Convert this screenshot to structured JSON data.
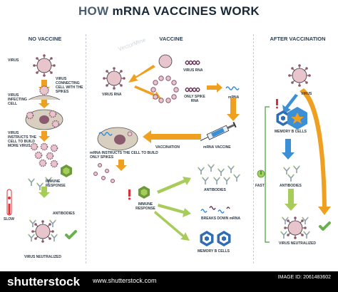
{
  "title": {
    "part1": "HOW ",
    "part2": "mRNA VACCINES WORK"
  },
  "sections": {
    "no_vaccine": "NO VACCINE",
    "vaccine": "VACCINE",
    "after": "AFTER VACCINATION"
  },
  "no_vaccine": {
    "virus": "VIRUS",
    "virus_connecting": "VIRUS CONNECTING CELL WITH THE SPIKES",
    "virus_infecting": "VIRUS INFECTING CELL",
    "virus_instructs": "VIRUS INSTRUCTS THE CELL TO BUILD MORE VIRUS",
    "immune_response": "IMMUNE RESPONSE",
    "slow": "SLOW",
    "antibodies": "ANTIBODIES",
    "virus_neutralized": "VIRUS NEUTRALIZED"
  },
  "vaccine": {
    "virus_rna_top": "VIRUS RNA",
    "virus_rna_left": "VIRUS RNA",
    "only_spike_rna": "ONLY SPIKE RNA",
    "mrna": "mRNA",
    "vaccination": "VACCINATION",
    "mrna_vaccine": "mRNA VACCINE",
    "mrna_instructs": "mRNA INSTRUCTS THE CELL TO BUILD ONLY SPIKES",
    "antibodies": "ANTIBODIES",
    "immune_response": "IMMUNE RESPONSE",
    "breaks_down": "BREAKS DOWN mRNA",
    "memory_b": "MEMORY B CELLS"
  },
  "after": {
    "virus": "VIRUS",
    "memory_b": "MEMORY B CELLS",
    "fast": "FAST",
    "antibodies": "ANTIBODIES",
    "virus_neutralized": "VIRUS NEUTRALIZED"
  },
  "watermark": "VectorMine",
  "footer": {
    "logo": "shutterstock",
    "site": "www.shutterstock.com",
    "image_id": "IMAGE ID: 2061483602"
  },
  "colors": {
    "virus": "#e8c4cc",
    "spike": "#8a5a6e",
    "cell": "#d9cfc0",
    "arrow_orange": "#f0a020",
    "arrow_green": "#a8cc5a",
    "arrow_blue": "#3a8fd6",
    "red": "#d9303a",
    "check": "#6ab04c",
    "memory_b": "#2f6db4"
  }
}
